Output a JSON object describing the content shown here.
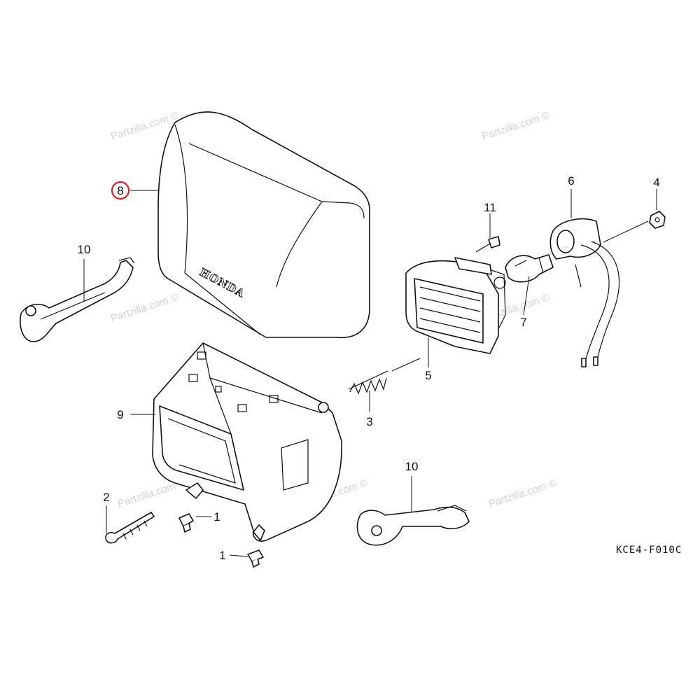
{
  "watermark": "Partzilla.com ©",
  "diagram_code": "KCE4-F010C",
  "brand_text": "HONDA",
  "highlight_color": "#e02020",
  "callouts": {
    "c8": "8",
    "c10a": "10",
    "c11": "11",
    "c6": "6",
    "c4": "4",
    "c7": "7",
    "c5": "5",
    "c9": "9",
    "c3": "3",
    "c2": "2",
    "c1a": "1",
    "c1b": "1",
    "c10b": "10"
  }
}
